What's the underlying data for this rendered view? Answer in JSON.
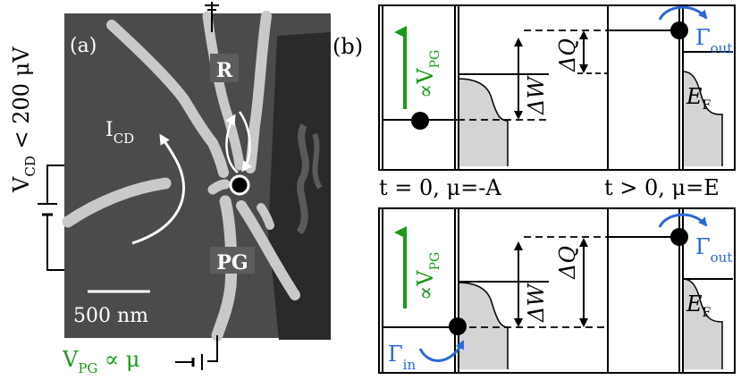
{
  "panel_a": {
    "label": "(a)",
    "gate_r": "R",
    "gate_pg": "PG",
    "current": "I",
    "current_sub": "CD",
    "scale_bar": "500 nm",
    "bias_v": "V",
    "bias_v_sub": "CD",
    "bias_rest": " < 200 μV",
    "vpg": "V",
    "vpg_sub": "PG",
    "vpg_rest": " ∝ μ"
  },
  "panel_b": {
    "label": "(b)",
    "caption_top_left": "t = 0, μ=-A",
    "caption_top_right": "t > 0, μ=E",
    "prop_sym": "∝V",
    "prop_sub": "PG",
    "delta_w": "ΔW",
    "delta_q": "ΔQ",
    "fermi": "E",
    "fermi_sub": "F",
    "gamma": "Γ",
    "gamma_out_sub": "out",
    "gamma_in_sub": "in"
  },
  "colors": {
    "green": "#1a9a1a",
    "blue": "#2a68d8",
    "sem_bg": "#4a4b4a",
    "gate_metal": "#c9c9c9",
    "fermi_fill": "#d4d4d4"
  }
}
